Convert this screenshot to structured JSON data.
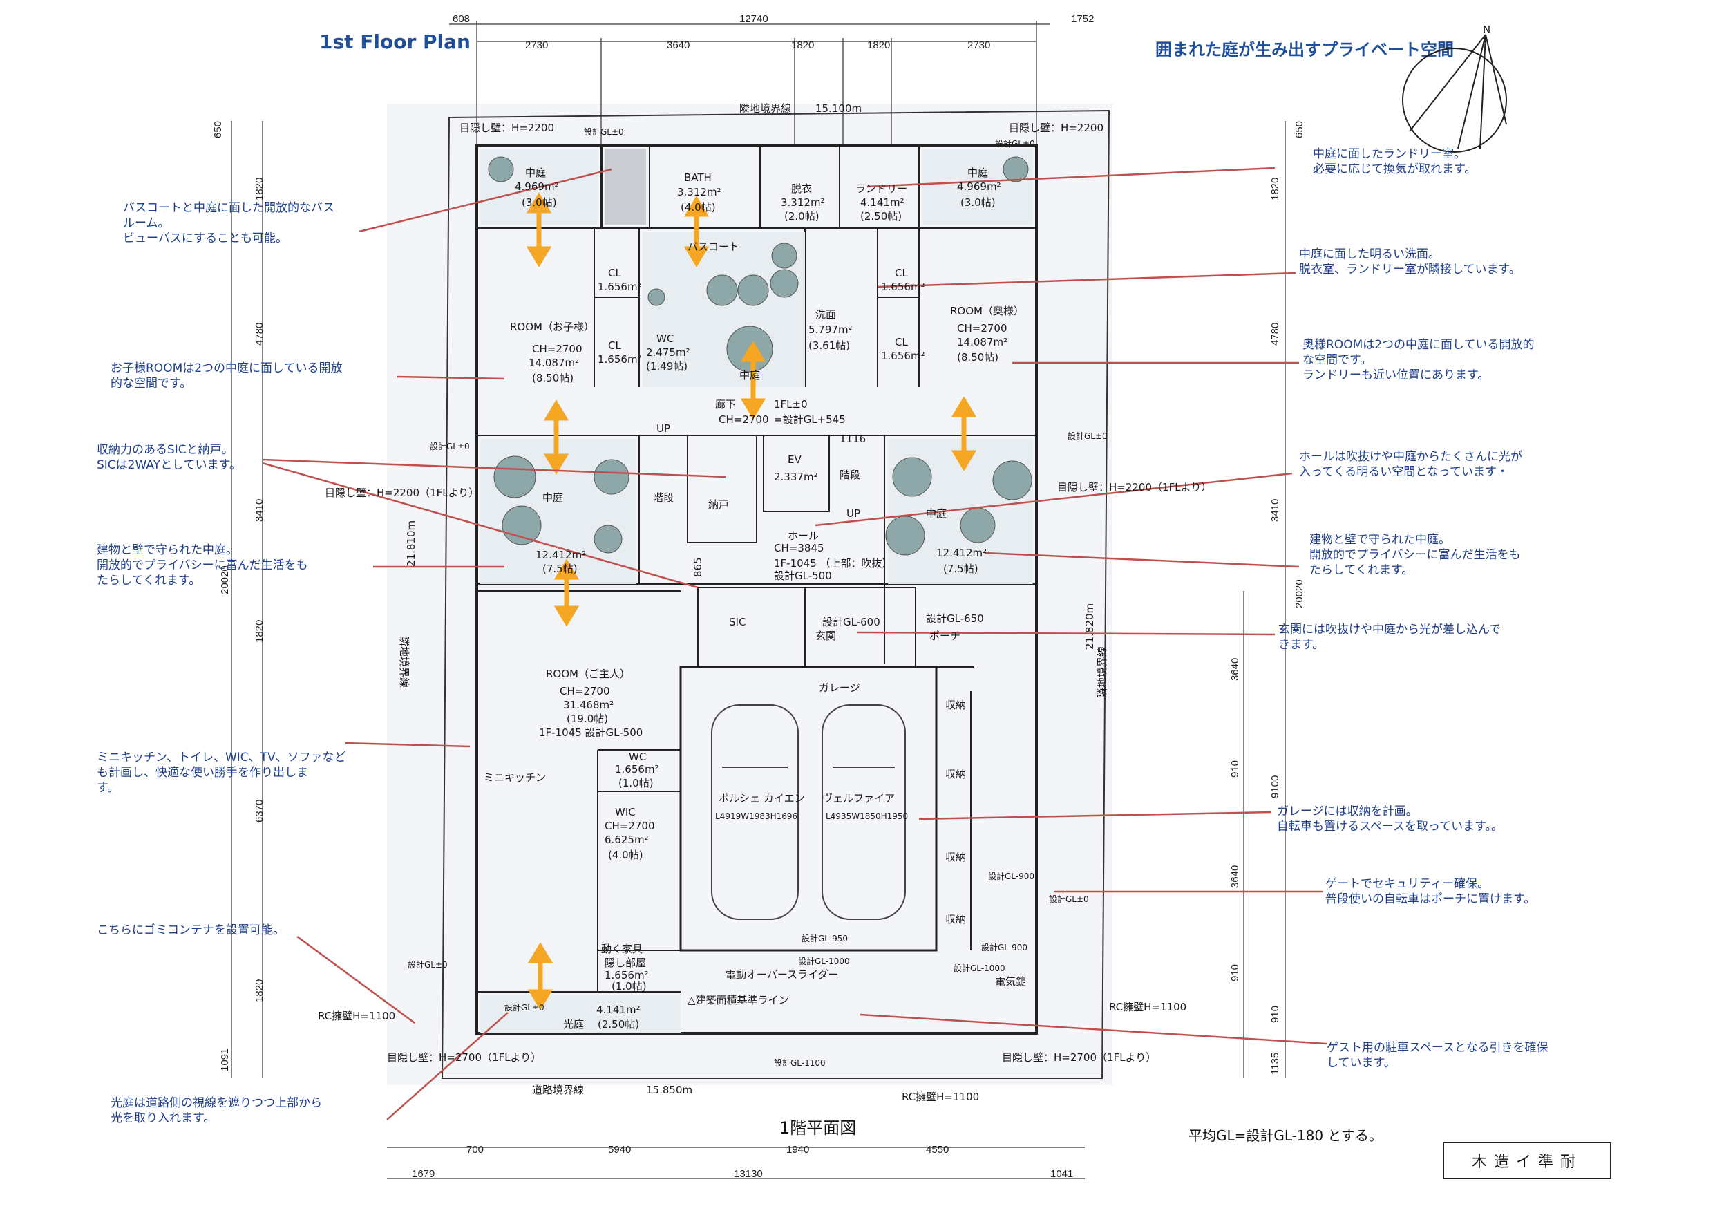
{
  "header": {
    "title": "1st Floor Plan",
    "subtitle": "囲まれた庭が生み出すプライベート空間",
    "plan_name": "1階平面図",
    "gl_note": "平均GL=設計GL-180 とする。",
    "construction": "木造イ準耐",
    "north": "N"
  },
  "dims": {
    "top_total": "12740",
    "top_left": "608",
    "top_right": "1752",
    "top_a": "2730",
    "top_b": "3640",
    "top_c": "1820",
    "top_d": "1820",
    "top_e": "2730",
    "left_a": "650",
    "left_b": "1820",
    "left_c": "4780",
    "left_d": "3410",
    "left_e": "20020",
    "left_f": "1820",
    "left_g": "6370",
    "left_h": "1820",
    "left_i": "1091",
    "right_a": "650",
    "right_b": "1820",
    "right_c": "4780",
    "right_d": "3410",
    "right_e": "20020",
    "right_f": "3640",
    "right_g": "910",
    "right_h": "9100",
    "right_i": "3640",
    "right_j": "910",
    "right_k": "910",
    "right_l": "1135",
    "bot_a": "700",
    "bot_b": "5940",
    "bot_c": "1940",
    "bot_d": "4550",
    "bot_total": "13130",
    "bot_left": "1679",
    "bot_right": "1041",
    "side_left": "21.810m",
    "side_right": "21.820m",
    "mid_865": "865"
  },
  "site": {
    "top_boundary": "隣地境界線",
    "top_len": "15.100m",
    "bottom_boundary": "道路境界線",
    "bottom_len": "15.850m",
    "left_boundary": "隣地境界線",
    "right_boundary": "隣地境界線"
  },
  "rooms": {
    "courtyard_nw": [
      "中庭",
      "4.969m²",
      "(3.0帖)"
    ],
    "bath": [
      "BATH",
      "3.312m²",
      "(4.0帖)"
    ],
    "dressing": [
      "脱衣",
      "3.312m²",
      "(2.0帖)"
    ],
    "laundry": [
      "ランドリー",
      "4.141m²",
      "(2.50帖)"
    ],
    "courtyard_ne": [
      "中庭",
      "4.969m²",
      "(3.0帖)"
    ],
    "bathcourt": "バスコート",
    "cl_a": [
      "CL",
      "1.656m²"
    ],
    "cl_b": [
      "CL",
      "1.656m²"
    ],
    "cl_c": [
      "CL",
      "1.656m²"
    ],
    "cl_d": [
      "CL",
      "1.656m²"
    ],
    "wc_a": [
      "WC",
      "2.475m²",
      "(1.49帖)"
    ],
    "wash": [
      "洗面",
      "5.797m²",
      "(3.61帖)"
    ],
    "kid_room": [
      "ROOM（お子様）",
      "CH=2700",
      "14.087m²",
      "(8.50帖)"
    ],
    "wife_room": [
      "ROOM（奥様）",
      "CH=2700",
      "14.087m²",
      "(8.50帖)"
    ],
    "mid_court": "中庭",
    "hall_lines": [
      "廊下",
      "CH=2700",
      "1FL±0",
      "=設計GL+545"
    ],
    "ev": [
      "EV",
      "2.337m²"
    ],
    "storage": "納戸",
    "stairs_a": "階段",
    "stairs_b": "階段",
    "up_a": "UP",
    "up_b": "UP",
    "step_1116": "1116",
    "court_w": [
      "中庭",
      "12.412m²",
      "(7.5帖)"
    ],
    "court_e": [
      "中庭",
      "12.412m²",
      "(7.5帖)"
    ],
    "hall": [
      "ホール",
      "CH=3845",
      "1F-1045 （上部：吹抜）",
      "設計GL-500"
    ],
    "sic": "SIC",
    "entrance": [
      "設計GL-600",
      "玄関"
    ],
    "porch": [
      "設計GL-650",
      "ポーチ"
    ],
    "master": [
      "ROOM（ご主人）",
      "CH=2700",
      "31.468m²",
      "(19.0帖)",
      "1F-1045 設計GL-500"
    ],
    "mini_kitchen": "ミニキッチン",
    "wc_b": [
      "WC",
      "1.656m²",
      "(1.0帖)"
    ],
    "wic": [
      "WIC",
      "CH=2700",
      "6.625m²",
      "(4.0帖)"
    ],
    "hidden": [
      "動く家具",
      "隠し部屋",
      "1.656m²",
      "(1.0帖)"
    ],
    "garage": "ガレージ",
    "car1": [
      "ポルシェ カイエン",
      "L4919W1983H1696"
    ],
    "car2": [
      "ヴェルファイア",
      "L4935W1850H1950"
    ],
    "storage_g": "収納",
    "light_court": [
      "光庭",
      "4.141m²",
      "(2.50帖)"
    ],
    "shutter": "電動オーバースライダー",
    "area_line": "△建築面積基準ライン",
    "meter": "電気錠"
  },
  "levels": {
    "gl0a": "設計GL±0",
    "gl0b": "設計GL±0",
    "gl0c": "設計GL±0",
    "gl0d": "設計GL±0",
    "gl0e": "設計GL±0",
    "gl0f": "設計GL±0",
    "gl0g": "設計GL±0",
    "gl900a": "設計GL-900",
    "gl900b": "設計GL-900",
    "gl950": "設計GL-950",
    "gl1000a": "設計GL-1000",
    "gl1000b": "設計GL-1000",
    "gl1100": "設計GL-1100",
    "screen_nw": "目隠し壁：H=2200",
    "screen_ne": "目隠し壁：H=2200",
    "screen_w": "目隠し壁：H=2200（1FLより）",
    "screen_e": "目隠し壁：H=2200（1FLより）",
    "screen_sw": "目隠し壁：H=2700（1FLより）",
    "screen_se": "目隠し壁：H=2700（1FLより）",
    "rc_w": "RC擁壁H=1100",
    "rc_e": "RC擁壁H=1100",
    "rc_s": "RC擁壁H=1100"
  },
  "annotations": {
    "a1": "バスコートと中庭に面した開放的なバス\nルーム。\nビューバスにすることも可能。",
    "a2": "お子様ROOMは2つの中庭に面している開放\n的な空間です。",
    "a3": "収納力のあるSICと納戸。\nSICは2WAYとしています。",
    "a4": "建物と壁で守られた中庭。\n開放的でプライバシーに富んだ生活をも\nたらしてくれます。",
    "a5": "ミニキッチン、トイレ、WIC、TV、ソファなど\nも計画し、快適な使い勝手を作り出しま\nす。",
    "a6": "こちらにゴミコンテナを設置可能。",
    "a7": "光庭は道路側の視線を遮りつつ上部から\n光を取り入れます。",
    "b1": "中庭に面したランドリー室。\n必要に応じて換気が取れます。",
    "b2": "中庭に面した明るい洗面。\n脱衣室、ランドリー室が隣接しています。",
    "b3": "奥様ROOMは2つの中庭に面している開放的\nな空間です。\nランドリーも近い位置にあります。",
    "b4": "ホールは吹抜けや中庭からたくさんに光が\n入ってくる明るい空間となっています・",
    "b5": "建物と壁で守られた中庭。\n開放的でプライバシーに富んだ生活をも\nたらしてくれます。",
    "b6": "玄関には吹抜けや中庭から光が差し込んで\nきます。",
    "b7": "ガレージには収納を計画。\n自転車も置けるスペースを取っています。。",
    "b8": "ゲートでセキュリティー確保。\n普段使いの自転車はポーチに置けます。",
    "b9": "ゲスト用の駐車スペースとなる引きを確保\nしています。"
  },
  "colors": {
    "annotation": "#1f3f8f",
    "leader": "#c0504d",
    "arrow": "#f5a623",
    "wall": "#222222",
    "tree": "#7f9ea0"
  }
}
